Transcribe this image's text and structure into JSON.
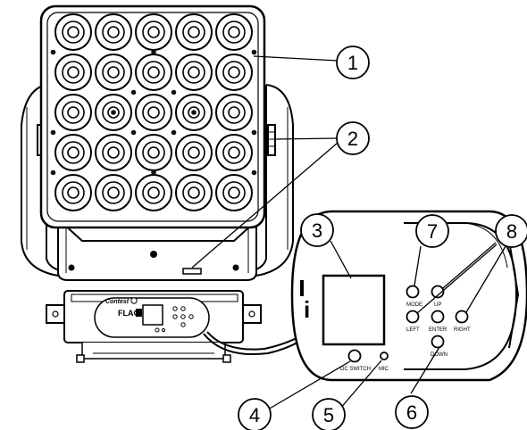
{
  "callouts": [
    "1",
    "2",
    "3",
    "4",
    "5",
    "6",
    "7",
    "8"
  ],
  "panel": {
    "mode": "MODE",
    "up": "UP",
    "left": "LEFT",
    "enter": "ENTER",
    "right": "RIGHT",
    "down": "DOWN",
    "dc_switch": "DC SWITCH",
    "mic": "MIC"
  },
  "base": {
    "brand": "Contest",
    "model": "FLAG"
  },
  "zoom_logo_fragment": "i"
}
